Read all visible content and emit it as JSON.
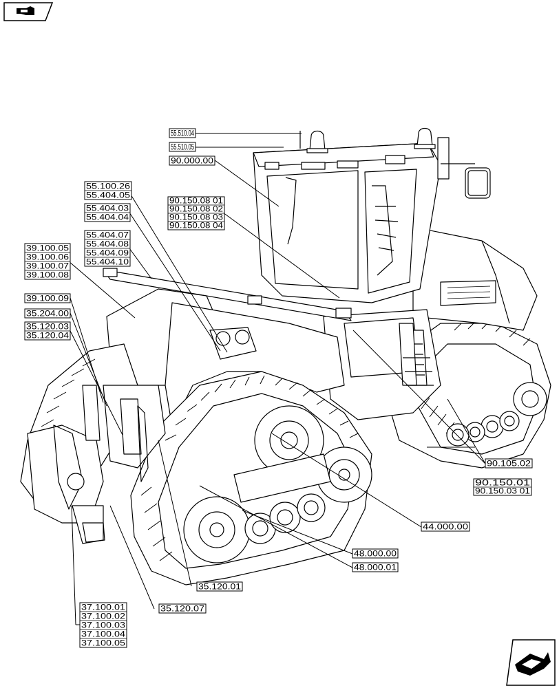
{
  "nav": {
    "back_icon": "hand-pointing-left-icon",
    "forward_icon": "hand-pointing-right-icon"
  },
  "callouts": {
    "c55_510_04": "55.510.04",
    "c55_510_05": "55.510.05",
    "c90_000_00": "90.000.00",
    "c55_100_26": "55.100.26",
    "c55_404_05": "55.404.05",
    "c90_150_08_01": "90.150.08 01",
    "c90_150_08_02": "90.150.08 02",
    "c90_150_08_03": "90.150.08 03",
    "c90_150_08_04": "90.150.08 04",
    "c55_404_03": "55.404.03",
    "c55_404_04": "55.404.04",
    "c55_404_07": "55.404.07",
    "c55_404_08": "55.404.08",
    "c55_404_09": "55.404.09",
    "c55_404_10": "55.404.10",
    "c39_100_05": "39.100.05",
    "c39_100_06": "39.100.06",
    "c39_100_07": "39.100.07",
    "c39_100_08": "39.100.08",
    "c39_100_09": "39.100.09",
    "c35_204_00": "35.204.00",
    "c35_120_03": "35.120.03",
    "c35_120_04": "35.120.04",
    "c90_105_02": "90.105.02",
    "c90_150_01": "90.150.01",
    "c90_150_03_01": "90.150.03 01",
    "c44_000_00": "44.000.00",
    "c48_000_00": "48.000.00",
    "c48_000_01": "48.000.01",
    "c35_120_01": "35.120.01",
    "c35_120_07": "35.120.07",
    "c37_100_01": "37.100.01",
    "c37_100_02": "37.100.02",
    "c37_100_03": "37.100.03",
    "c37_100_04": "37.100.04",
    "c37_100_05": "37.100.05"
  }
}
